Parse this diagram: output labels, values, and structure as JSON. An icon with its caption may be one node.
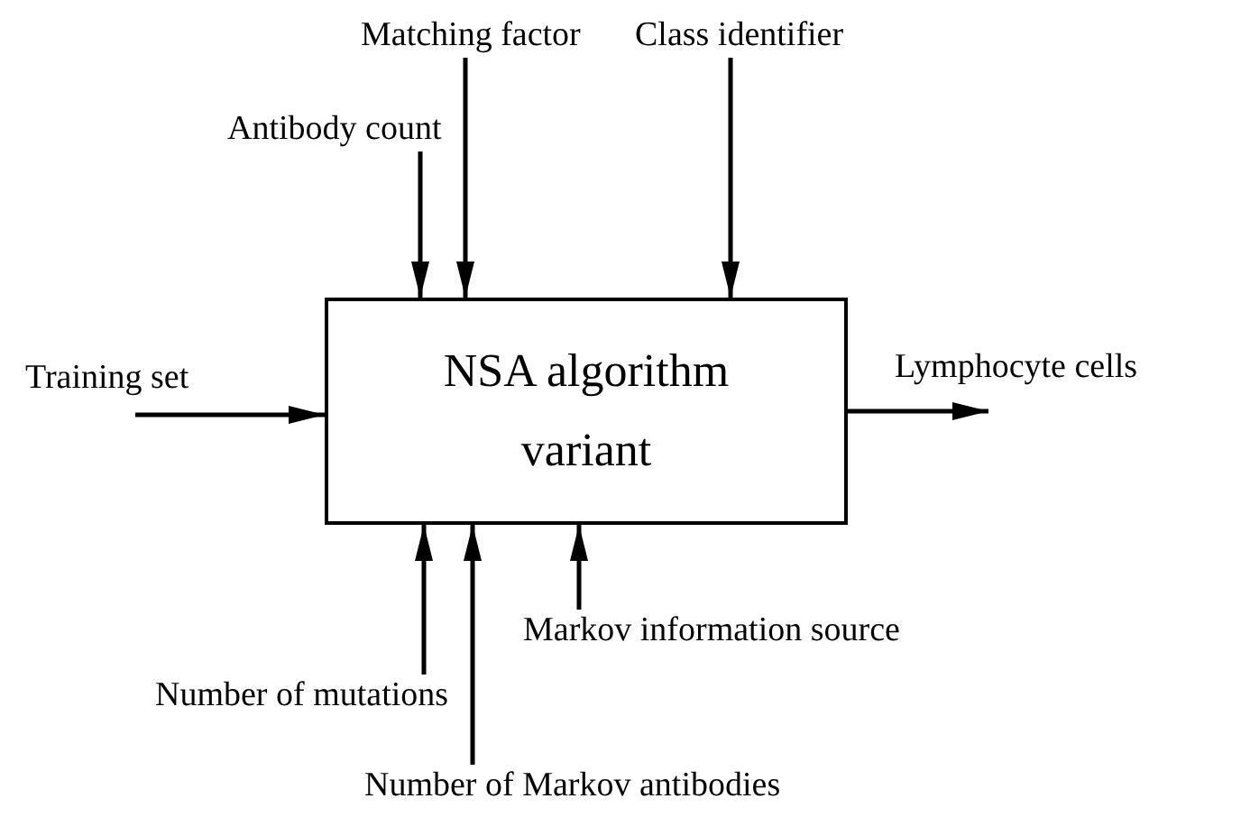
{
  "diagram": {
    "nodes": [
      {
        "text": [
          "NSA algorithm variant"
        ]
      },
      {
        "text": [
          "Matching factor"
        ]
      },
      {
        "text": [
          "Antibody count"
        ]
      },
      {
        "text": [
          "Class identifier"
        ]
      },
      {
        "text": [
          "Training set"
        ]
      },
      {
        "text": [
          "Lymphocyte cells"
        ]
      },
      {
        "text": [
          "Markov information source"
        ]
      },
      {
        "text": [
          "Number of mutations"
        ]
      },
      {
        "text": [
          "Number of Markov antibodies"
        ]
      }
    ],
    "edges": [
      {
        "from": 1,
        "to": 0,
        "arrow": "to"
      },
      {
        "from": 2,
        "to": 0,
        "arrow": "to"
      },
      {
        "from": 3,
        "to": 0,
        "arrow": "to"
      },
      {
        "from": 4,
        "to": 0,
        "arrow": "to"
      },
      {
        "from": 0,
        "to": 5,
        "arrow": "to"
      },
      {
        "from": 6,
        "to": 0,
        "arrow": "to"
      },
      {
        "from": 7,
        "to": 0,
        "arrow": "to"
      },
      {
        "from": 8,
        "to": 0,
        "arrow": "to"
      }
    ]
  }
}
